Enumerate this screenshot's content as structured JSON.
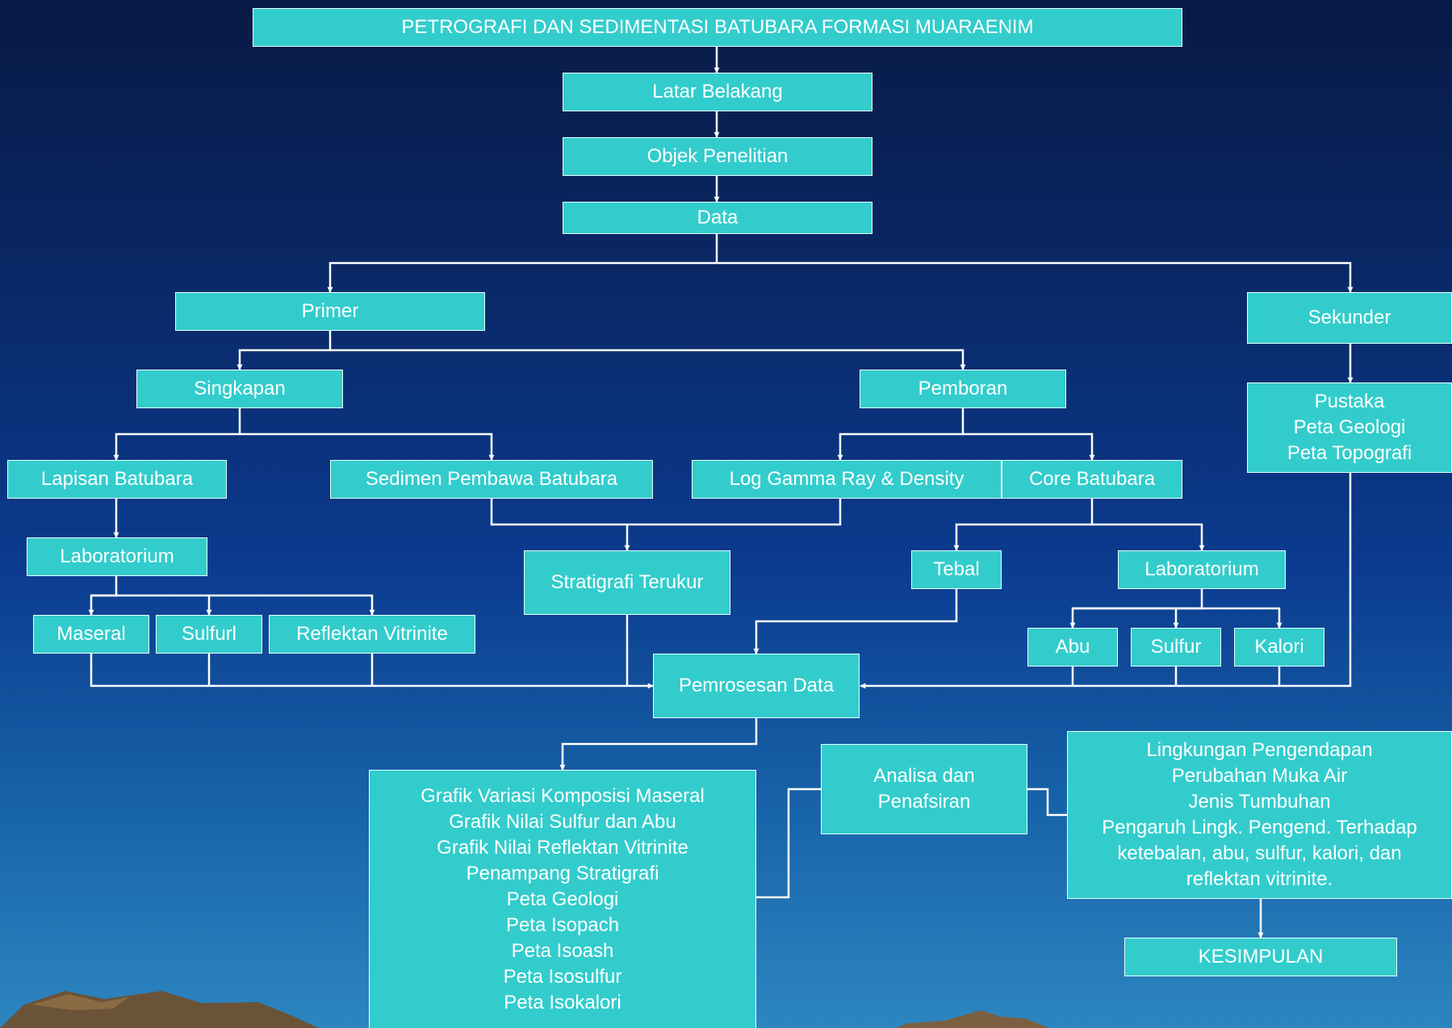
{
  "diagram": {
    "nodes": [
      {
        "id": "title",
        "lines": [
          "PETROGRAFI  DAN  SEDIMENTASI  BATUBARA  FORMASI MUARAENIM"
        ]
      },
      {
        "id": "latar",
        "lines": [
          "Latar Belakang"
        ]
      },
      {
        "id": "objek",
        "lines": [
          "Objek Penelitian"
        ]
      },
      {
        "id": "data",
        "lines": [
          "Data"
        ]
      },
      {
        "id": "primer",
        "lines": [
          "Primer"
        ]
      },
      {
        "id": "sekunder",
        "lines": [
          "Sekunder"
        ]
      },
      {
        "id": "singkapan",
        "lines": [
          "Singkapan"
        ]
      },
      {
        "id": "pemboran",
        "lines": [
          "Pemboran"
        ]
      },
      {
        "id": "pustaka",
        "lines": [
          "Pustaka",
          "Peta Geologi",
          "Peta Topografi"
        ]
      },
      {
        "id": "lapisan",
        "lines": [
          "Lapisan Batubara"
        ]
      },
      {
        "id": "sedimen",
        "lines": [
          "Sedimen Pembawa Batubara"
        ]
      },
      {
        "id": "loggamma",
        "lines": [
          "Log Gamma Ray & Density"
        ]
      },
      {
        "id": "core",
        "lines": [
          "Core Batubara"
        ]
      },
      {
        "id": "lab1",
        "lines": [
          "Laboratorium"
        ]
      },
      {
        "id": "strat",
        "lines": [
          "Stratigrafi Terukur"
        ]
      },
      {
        "id": "tebal",
        "lines": [
          "Tebal"
        ]
      },
      {
        "id": "lab2",
        "lines": [
          "Laboratorium"
        ]
      },
      {
        "id": "maseral",
        "lines": [
          "Maseral"
        ]
      },
      {
        "id": "sulfurl",
        "lines": [
          "Sulfurl"
        ]
      },
      {
        "id": "reflektan",
        "lines": [
          "Reflektan Vitrinite"
        ]
      },
      {
        "id": "abu",
        "lines": [
          "Abu"
        ]
      },
      {
        "id": "sulfur",
        "lines": [
          "Sulfur"
        ]
      },
      {
        "id": "kalori",
        "lines": [
          "Kalori"
        ]
      },
      {
        "id": "pemrosesan",
        "lines": [
          "Pemrosesan Data"
        ]
      },
      {
        "id": "grafik",
        "lines": [
          "Grafik Variasi Komposisi Maseral",
          "Grafik Nilai Sulfur dan Abu",
          "Grafik Nilai Reflektan Vitrinite",
          "Penampang Stratigrafi",
          "Peta Geologi",
          "Peta Isopach",
          "Peta Isoash",
          "Peta Isosulfur",
          "Peta Isokalori"
        ]
      },
      {
        "id": "analisa",
        "lines": [
          "Analisa dan",
          "Penafsiran"
        ]
      },
      {
        "id": "lingkungan",
        "lines": [
          "Lingkungan Pengendapan",
          "Perubahan Muka Air",
          "Jenis Tumbuhan",
          "Pengaruh Lingk. Pengend. Terhadap",
          "ketebalan, abu, sulfur, kalori, dan",
          "reflektan vitrinite."
        ]
      },
      {
        "id": "kesimpulan",
        "lines": [
          "KESIMPULAN"
        ]
      }
    ],
    "edges": [
      [
        "title",
        "latar"
      ],
      [
        "latar",
        "objek"
      ],
      [
        "objek",
        "data"
      ],
      [
        "data",
        "primer"
      ],
      [
        "data",
        "sekunder"
      ],
      [
        "primer",
        "singkapan"
      ],
      [
        "primer",
        "pemboran"
      ],
      [
        "sekunder",
        "pustaka"
      ],
      [
        "singkapan",
        "lapisan"
      ],
      [
        "singkapan",
        "sedimen"
      ],
      [
        "pemboran",
        "loggamma"
      ],
      [
        "pemboran",
        "core"
      ],
      [
        "lapisan",
        "lab1"
      ],
      [
        "sedimen",
        "strat"
      ],
      [
        "loggamma",
        "strat"
      ],
      [
        "core",
        "tebal"
      ],
      [
        "core",
        "lab2"
      ],
      [
        "lab1",
        "maseral"
      ],
      [
        "lab1",
        "sulfurl"
      ],
      [
        "lab1",
        "reflektan"
      ],
      [
        "lab2",
        "abu"
      ],
      [
        "lab2",
        "sulfur"
      ],
      [
        "lab2",
        "kalori"
      ],
      [
        "maseral",
        "pemrosesan"
      ],
      [
        "sulfurl",
        "pemrosesan"
      ],
      [
        "reflektan",
        "pemrosesan"
      ],
      [
        "strat",
        "pemrosesan"
      ],
      [
        "tebal",
        "pemrosesan"
      ],
      [
        "abu",
        "pemrosesan"
      ],
      [
        "sulfur",
        "pemrosesan"
      ],
      [
        "kalori",
        "pemrosesan"
      ],
      [
        "pustaka",
        "pemrosesan"
      ],
      [
        "pemrosesan",
        "grafik"
      ],
      [
        "grafik",
        "analisa"
      ],
      [
        "analisa",
        "lingkungan"
      ],
      [
        "lingkungan",
        "kesimpulan"
      ]
    ]
  },
  "colors": {
    "node_fill": "#33cccc",
    "node_border": "#e8ffff",
    "line": "#ffffff"
  }
}
